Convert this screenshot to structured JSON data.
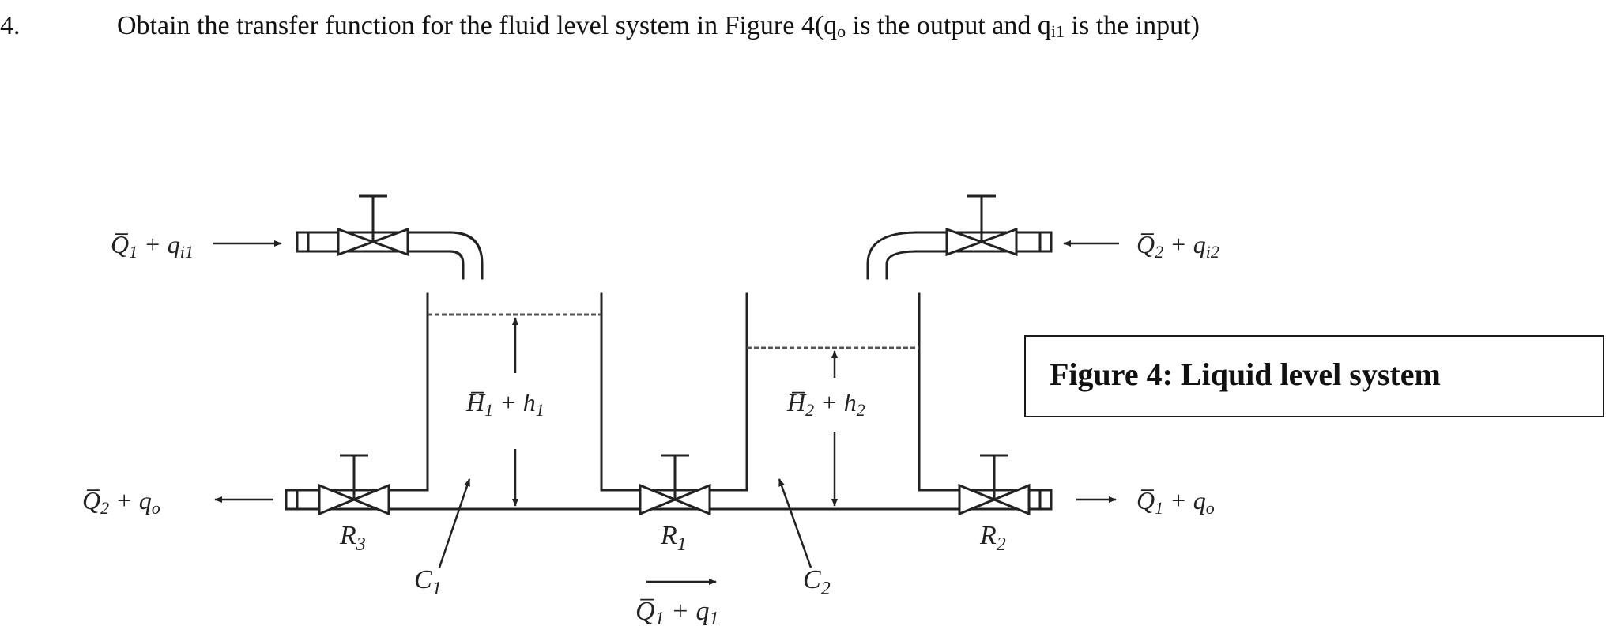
{
  "question": {
    "number": "4.",
    "text_before": "Obtain the transfer function for the fluid level system in Figure 4(q",
    "output_sub": "o",
    "text_middle": " is the output and q",
    "input_sub": "i1",
    "text_after": " is the input)"
  },
  "figure": {
    "caption": "Figure 4: Liquid level system",
    "labels": {
      "inflow_left": {
        "main": "Q̅",
        "sub1": "1",
        "plus": " + q",
        "sub2": "i1"
      },
      "inflow_right": {
        "main": "Q̅",
        "sub1": "2",
        "plus": " + q",
        "sub2": "i2"
      },
      "outflow_left": {
        "main": "Q̅",
        "sub1": "2",
        "plus": " + q",
        "sub2": "o"
      },
      "outflow_right": {
        "main": "Q̅",
        "sub1": "1",
        "plus": " + q",
        "sub2": "o"
      },
      "flow_middle": {
        "main": "Q̅",
        "sub1": "1",
        "plus": " + q",
        "sub2": "1"
      },
      "head_tank1": {
        "main": "H̅",
        "sub1": "1",
        "plus": " + h",
        "sub2": "1"
      },
      "head_tank2": {
        "main": "H̅",
        "sub1": "2",
        "plus": " + h",
        "sub2": "2"
      },
      "valve_r3": {
        "main": "R",
        "sub1": "3"
      },
      "valve_r1": {
        "main": "R",
        "sub1": "1"
      },
      "valve_r2": {
        "main": "R",
        "sub1": "2"
      },
      "cap_c1": {
        "main": "C",
        "sub1": "1"
      },
      "cap_c2": {
        "main": "C",
        "sub1": "2"
      }
    }
  }
}
